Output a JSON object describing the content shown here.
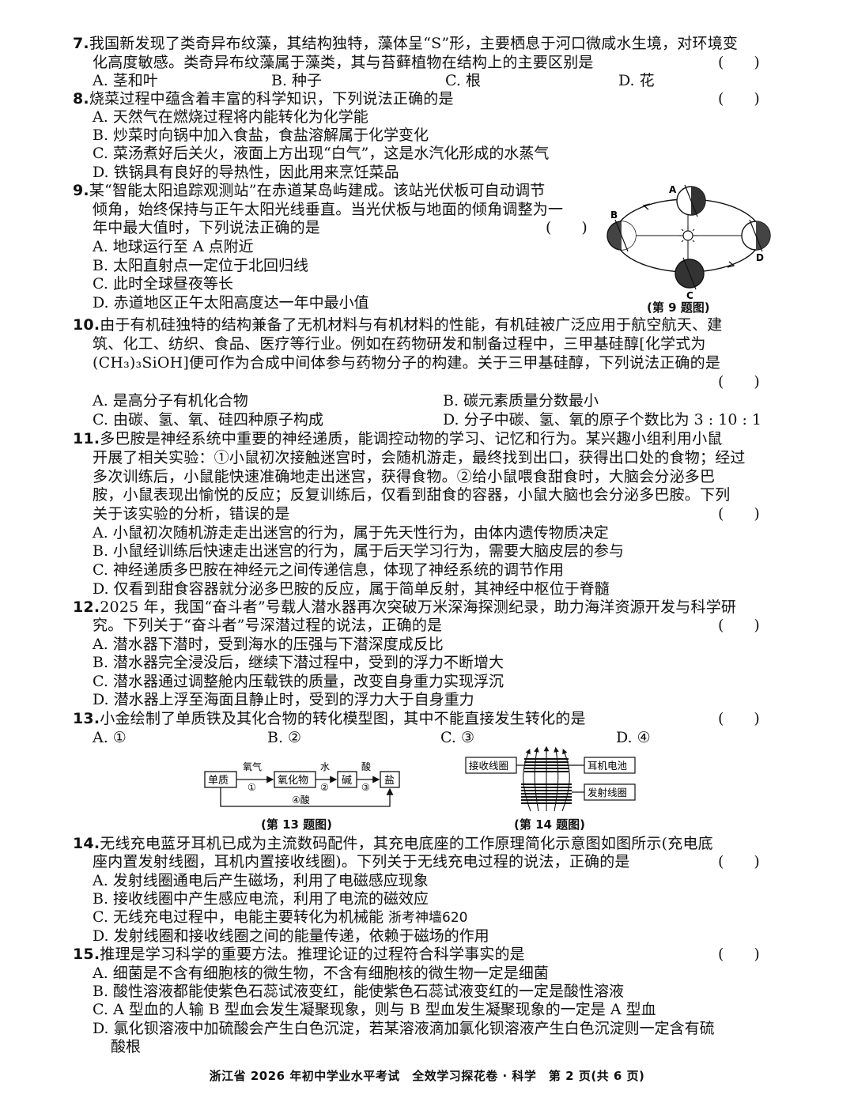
{
  "q7": {
    "num": "7.",
    "line1": "我国新发现了类奇异布纹藻，其结构独特，藻体呈“S”形，主要栖息于河口微咸水生境，对环境变",
    "line2": "化高度敏感。类奇异布纹藻属于藻类，其与苔藓植物在结构上的主要区别是",
    "paren": "(　　)",
    "options": [
      "A. 茎和叶",
      "B. 种子",
      "C. 根",
      "D. 花"
    ]
  },
  "q8": {
    "num": "8.",
    "stem": "烧菜过程中蕴含着丰富的科学知识，下列说法正确的是",
    "paren": "(　　)",
    "options": [
      "A. 天然气在燃烧过程将内能转化为化学能",
      "B. 炒菜时向锅中加入食盐，食盐溶解属于化学变化",
      "C. 菜汤煮好后关火，液面上方出现“白气”，这是水汽化形成的水蒸气",
      "D. 铁锅具有良好的导热性，因此用来烹饪菜品"
    ]
  },
  "q9": {
    "num": "9.",
    "line1": "某“智能太阳追踪观测站”在赤道某岛屿建成。该站光伏板可自动调节",
    "line2": "倾角，始终保持与正午太阳光线垂直。当光伏板与地面的倾角调整为一",
    "line3": "年中最大值时，下列说法正确的是",
    "paren": "(　　)",
    "options": [
      "A. 地球运行至 A 点附近",
      "B. 太阳直射点一定位于北回归线",
      "C. 此时全球昼夜等长",
      "D. 赤道地区正午太阳高度达一年中最小值"
    ],
    "figure": {
      "labels": [
        "A",
        "B",
        "C",
        "D"
      ],
      "caption": "(第 9 题图)"
    }
  },
  "q10": {
    "num": "10.",
    "line1": "由于有机硅独特的结构兼备了无机材料与有机材料的性能，有机硅被广泛应用于航空航天、建",
    "line2": "筑、化工、纺织、食品、医疗等行业。例如在药物研发和制备过程中，三甲基硅醇[化学式为",
    "line3": "(CH₃)₃SiOH]便可作为合成中间体参与药物分子的构建。关于三甲基硅醇，下列说法正确的是",
    "paren": "(　　)",
    "options": [
      "A. 是高分子有机化合物",
      "B. 碳元素质量分数最小",
      "C. 由碳、氢、氧、硅四种原子构成",
      "D. 分子中碳、氢、氧的原子个数比为 3 : 10 : 1"
    ]
  },
  "q11": {
    "num": "11.",
    "line1": "多巴胺是神经系统中重要的神经递质，能调控动物的学习、记忆和行为。某兴趣小组利用小鼠",
    "line2": "开展了相关实验：①小鼠初次接触迷宫时，会随机游走，最终找到出口，获得出口处的食物；经过",
    "line3": "多次训练后，小鼠能快速准确地走出迷宫，获得食物。②给小鼠喂食甜食时，大脑会分泌多巴",
    "line4": "胺，小鼠表现出愉悦的反应；反复训练后，仅看到甜食的容器，小鼠大脑也会分泌多巴胺。下列",
    "line5": "关于该实验的分析，错误的是",
    "paren": "(　　)",
    "options": [
      "A. 小鼠初次随机游走走出迷宫的行为，属于先天性行为，由体内遗传物质决定",
      "B. 小鼠经训练后快速走出迷宫的行为，属于后天学习行为，需要大脑皮层的参与",
      "C. 神经递质多巴胺在神经元之间传递信息，体现了神经系统的调节作用",
      "D. 仅看到甜食容器就分泌多巴胺的反应，属于简单反射，其神经中枢位于脊髓"
    ]
  },
  "q12": {
    "num": "12.",
    "line1": "2025 年，我国“奋斗者”号载人潜水器再次突破万米深海探测纪录，助力海洋资源开发与科学研",
    "line2": "究。下列关于“奋斗者”号深潜过程的说法，正确的是",
    "paren": "(　　)",
    "options": [
      "A. 潜水器下潜时，受到海水的压强与下潜深度成反比",
      "B. 潜水器完全浸没后，继续下潜过程中，受到的浮力不断增大",
      "C. 潜水器通过调整舱内压载铁的质量，改变自身重力实现浮沉",
      "D. 潜水器上浮至海面且静止时，受到的浮力大于自身重力"
    ]
  },
  "q13": {
    "num": "13.",
    "stem": "小金绘制了单质铁及其化合物的转化模型图，其中不能直接发生转化的是",
    "paren": "(　　)",
    "options": [
      "A. ①",
      "B. ②",
      "C. ③",
      "D. ④"
    ],
    "figure": {
      "boxes": [
        "单质",
        "氧化物",
        "碱",
        "盐"
      ],
      "arrow_labels": [
        "氧气",
        "①",
        "水",
        "②",
        "酸",
        "③",
        "④酸"
      ],
      "caption": "(第 13 题图)"
    }
  },
  "q14": {
    "num": "14.",
    "line1": "无线充电蓝牙耳机已成为主流数码配件，其充电底座的工作原理简化示意图如图所示(充电底",
    "line2": "座内置发射线圈，耳机内置接收线圈)。下列关于无线充电过程的说法，正确的是",
    "paren": "(　　)",
    "options": [
      "A. 发射线圈通电后产生磁场，利用了电磁感应现象",
      "B. 接收线圈中产生感应电流，利用了电流的磁效应",
      "C. 无线充电过程中，电能主要转化为机械能",
      "D. 发射线圈和接收线圈之间的能量传递，依赖于磁场的作用"
    ],
    "watermark": "浙考神墙620",
    "figure": {
      "labels": [
        "接收线圈",
        "耳机电池",
        "发射线圈"
      ],
      "caption": "(第 14 题图)"
    }
  },
  "q15": {
    "num": "15.",
    "stem": "推理是学习科学的重要方法。推理论证的过程符合科学事实的是",
    "paren": "(　　)",
    "options": [
      "A. 细菌是不含有细胞核的微生物，不含有细胞核的微生物一定是细菌",
      "B. 酸性溶液都能使紫色石蕊试液变红，能使紫色石蕊试液变红的一定是酸性溶液",
      "C. A 型血的人输 B 型血会发生凝聚现象，则与 B 型血发生凝聚现象的一定是 A 型血",
      "D. 氯化钡溶液中加硫酸会产生白色沉淀，若某溶液滴加氯化钡溶液产生白色沉淀则一定含有硫"
    ],
    "option_d_cont": "酸根"
  },
  "footer": "浙江省 2026 年初中学业水平考试　全效学习探花卷 · 科学　第 2 页(共 6 页)"
}
